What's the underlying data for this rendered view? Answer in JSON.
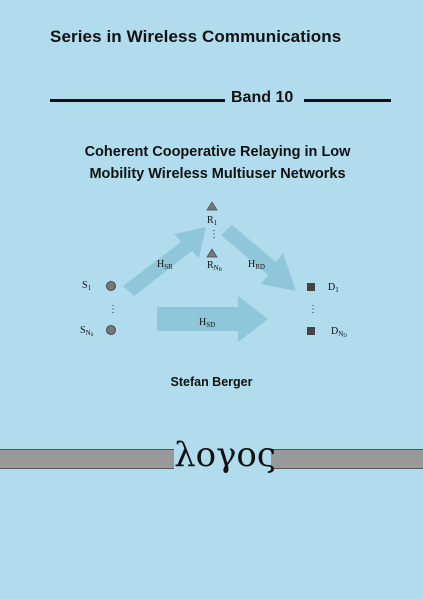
{
  "series_title": "Series in Wireless Communications",
  "band": "Band 10",
  "title_line1": "Coherent Cooperative Relaying in Low",
  "title_line2": "Mobility Wireless Multiuser Networks",
  "diagram": {
    "relay_first": "R",
    "relay_first_sub": "1",
    "relay_last": "R",
    "relay_last_sub": "N",
    "relay_last_subsub": "R",
    "source_first": "S",
    "source_first_sub": "1",
    "source_last": "S",
    "source_last_sub": "N",
    "source_last_subsub": "S",
    "dest_first": "D",
    "dest_first_sub": "1",
    "dest_last": "D",
    "dest_last_sub": "N",
    "dest_last_subsub": "D",
    "h_sr": "H",
    "h_sr_sub": "SR",
    "h_rd": "H",
    "h_rd_sub": "RD",
    "h_sd": "H",
    "h_sd_sub": "SD",
    "dots": "⋮",
    "arrow_color": "#8fc6d9",
    "node_color": "#4a4a4a"
  },
  "author": "Stefan Berger",
  "publisher_logo": "λογος",
  "colors": {
    "background": "#b0dced",
    "logo_band": "#999999"
  }
}
